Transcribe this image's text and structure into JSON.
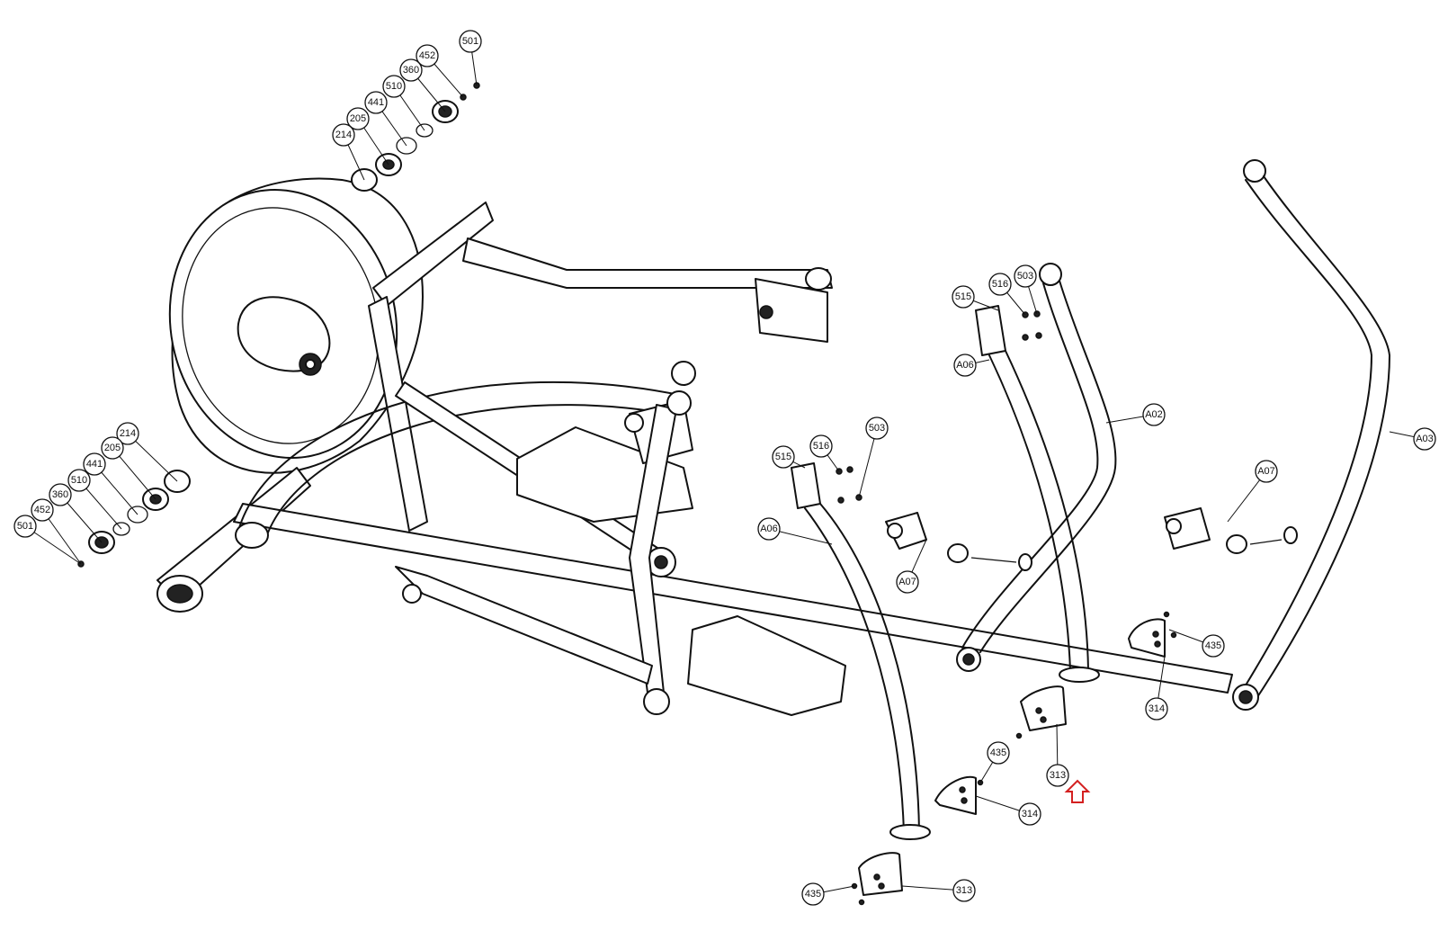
{
  "callouts": [
    {
      "label": "501"
    },
    {
      "label": "452"
    },
    {
      "label": "360"
    },
    {
      "label": "510"
    },
    {
      "label": "441"
    },
    {
      "label": "205"
    },
    {
      "label": "214"
    },
    {
      "label": "214"
    },
    {
      "label": "205"
    },
    {
      "label": "441"
    },
    {
      "label": "510"
    },
    {
      "label": "360"
    },
    {
      "label": "452"
    },
    {
      "label": "501"
    },
    {
      "label": "515"
    },
    {
      "label": "516"
    },
    {
      "label": "503"
    },
    {
      "label": "A06"
    },
    {
      "label": "A02"
    },
    {
      "label": "A03"
    },
    {
      "label": "A07"
    },
    {
      "label": "515"
    },
    {
      "label": "516"
    },
    {
      "label": "503"
    },
    {
      "label": "A06"
    },
    {
      "label": "A07"
    },
    {
      "label": "435"
    },
    {
      "label": "314"
    },
    {
      "label": "313"
    },
    {
      "label": "435"
    },
    {
      "label": "314"
    },
    {
      "label": "313"
    },
    {
      "label": "435"
    }
  ],
  "highlight": {
    "color": "#d42020",
    "icon": "up-arrow-icon"
  }
}
